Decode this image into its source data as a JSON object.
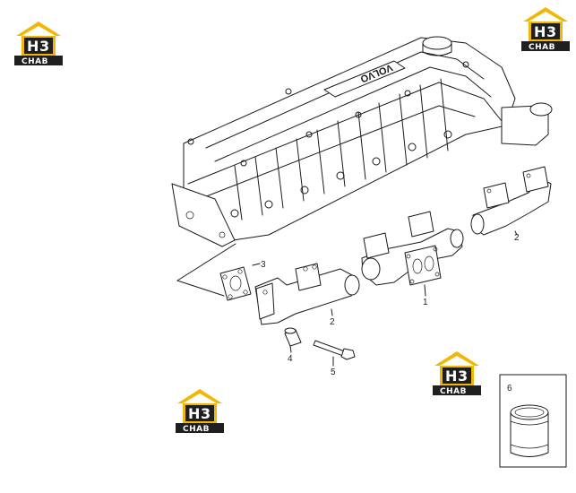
{
  "logo": {
    "letter_h": "H",
    "letter_3": "3",
    "word": "CHAB",
    "colors": {
      "roof": "#f2b705",
      "panel": "#1f1f1f",
      "text": "#ffffff"
    }
  },
  "callouts": {
    "part_1": "1",
    "part_2_right": "2",
    "part_2_left": "2",
    "part_3": "3",
    "part_4": "4",
    "part_5": "5",
    "part_6": "6"
  },
  "cover_brand": "VOLVO",
  "line_color": "#1a1a1a"
}
